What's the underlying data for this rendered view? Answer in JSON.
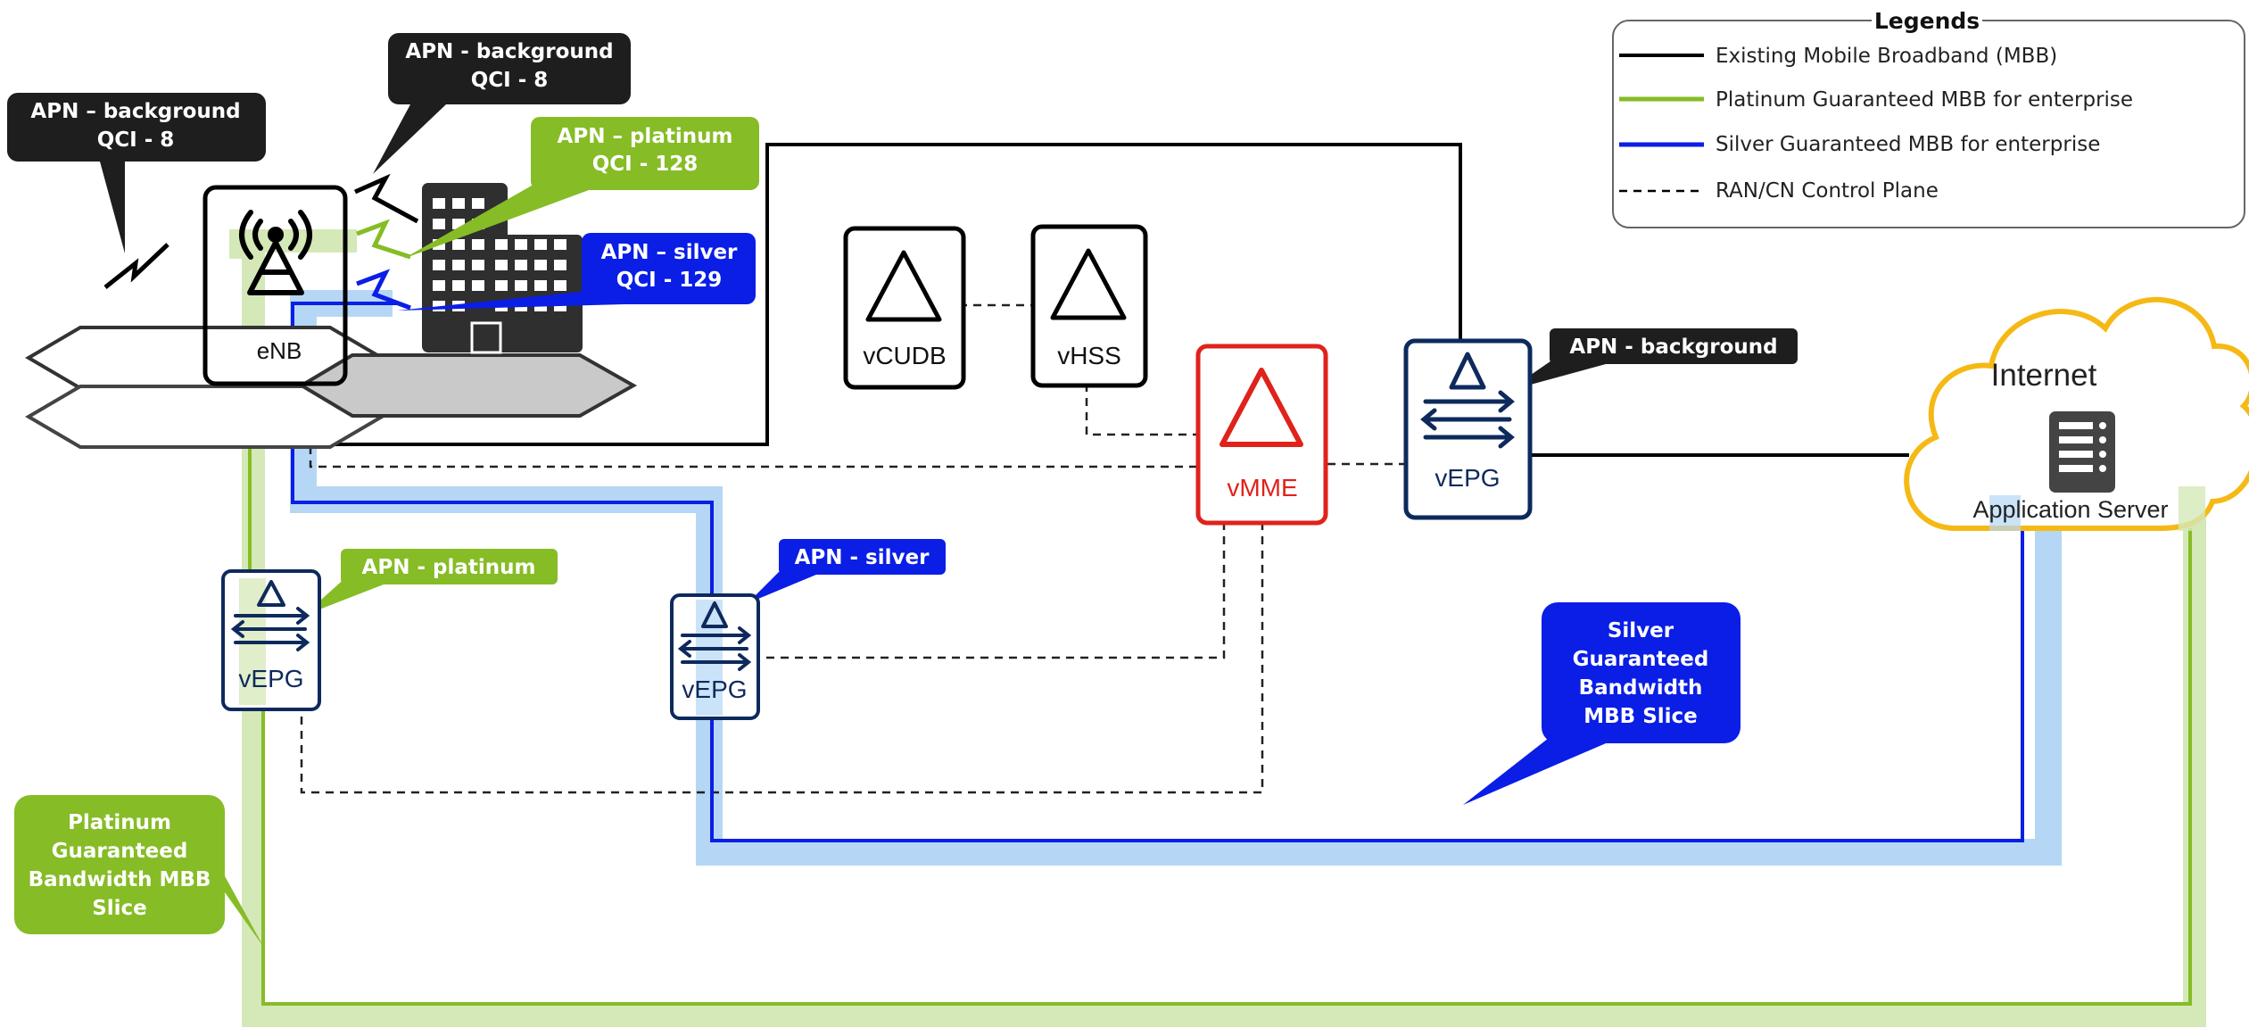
{
  "legend": {
    "title": "Legends",
    "items": [
      {
        "label": "Existing Mobile Broadband (MBB)",
        "color": "#000000",
        "style": "solid"
      },
      {
        "label": "Platinum Guaranteed MBB for enterprise",
        "color": "#7cbb26",
        "style": "solid"
      },
      {
        "label": "Silver Guaranteed MBB for enterprise",
        "color": "#0a22e0",
        "style": "solid"
      },
      {
        "label": "RAN/CN Control Plane",
        "color": "#000000",
        "style": "dashed"
      }
    ]
  },
  "nodes": {
    "enb": "eNB",
    "vcudb": "vCUDB",
    "vhss": "vHSS",
    "vmme": "vMME",
    "vepg_main": "vEPG",
    "vepg_platinum": "vEPG",
    "vepg_silver": "vEPG"
  },
  "cloud": {
    "title": "Internet",
    "server_label": "Application Server"
  },
  "callouts": {
    "apn_bg_left": {
      "line1": "APN – background",
      "line2": "QCI - 8"
    },
    "apn_bg_top": {
      "line1": "APN - background",
      "line2": "QCI - 8"
    },
    "apn_platinum_qci": {
      "line1": "APN – platinum",
      "line2": "QCI - 128"
    },
    "apn_silver_qci": {
      "line1": "APN – silver",
      "line2": "QCI - 129"
    },
    "apn_background": "APN - background",
    "apn_platinum": "APN - platinum",
    "apn_silver": "APN - silver",
    "silver_slice": [
      "Silver",
      "Guaranteed",
      "Bandwidth",
      "MBB Slice"
    ],
    "platinum_slice": [
      "Platinum",
      "Guaranteed",
      "Bandwidth MBB",
      "Slice"
    ]
  },
  "colors": {
    "platinum": "#86bc25",
    "platinum_light": "#d5e8b8",
    "silver": "#0a1ee6",
    "silver_light": "#b5d7f5",
    "navy": "#0e2a5c",
    "mme_red": "#e0221b",
    "cloud_yellow": "#f5b916",
    "dark_callout": "#1e1e1e"
  }
}
